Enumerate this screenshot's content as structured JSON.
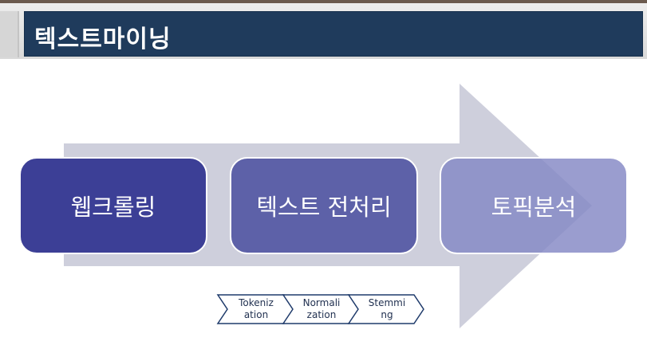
{
  "slide": {
    "title": "텍스트마이닝"
  },
  "steps": [
    {
      "label": "웹크롤링"
    },
    {
      "label": "텍스트 전처리"
    },
    {
      "label": "토픽분석"
    }
  ],
  "substeps": [
    {
      "line1": "Tokeniz",
      "line2": "ation"
    },
    {
      "line1": "Normali",
      "line2": "zation"
    },
    {
      "line1": "Stemmi",
      "line2": "ng"
    }
  ],
  "colors": {
    "title_bar": "#1f3b5c",
    "step_1": "#3c3f96",
    "step_2": "#5458a4",
    "step_3": "#8488c4",
    "arrow": "#c9cad8",
    "chevron_outline": "#1f3b6b"
  }
}
